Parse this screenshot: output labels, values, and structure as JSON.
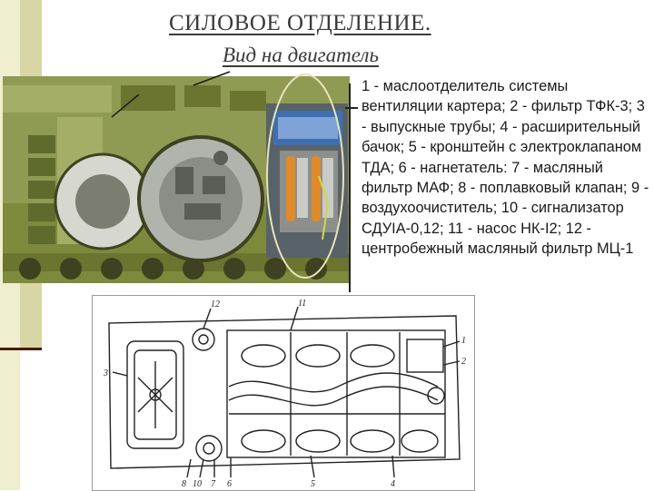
{
  "slide": {
    "title": "СИЛОВОЕ ОТДЕЛЕНИЕ.",
    "subtitle": "Вид на двигатель",
    "legend": "1 - маслоотделитель системы вентиляции картера; 2 - фильтр ТФК-3; 3 - выпускные трубы; 4 - расширительный бачок; 5 - кронштейн с электроклапаном ТДА; 6 - нагнетатель: 7 - масляный фильтр МАФ; 8 - поплавковый клапан; 9 - воздухоочиститель; 10 - сигнализатор СДУIА-0,12; 11 - насос НК-I2; 12 - центробежный масляный фильтр МЦ-1"
  },
  "photo": {
    "colors": {
      "hull": "#8f9a52",
      "hull_dark": "#5f6b2c",
      "engine_gray": "#9aa0a0",
      "blue_panel": "#3f6fb0",
      "orange_filter": "#e08a2a"
    }
  },
  "drawing": {
    "callouts_top": [
      "12",
      "11"
    ],
    "callouts_right": [
      "1",
      "2"
    ],
    "callouts_left": [
      "3"
    ],
    "callouts_bottom": [
      "8",
      "10",
      "7",
      "6",
      "5",
      "4"
    ]
  },
  "layout": {
    "accent_dark": "#4a1a0d",
    "band_light": "#efefcf",
    "band_mid": "#d8d6a4"
  }
}
